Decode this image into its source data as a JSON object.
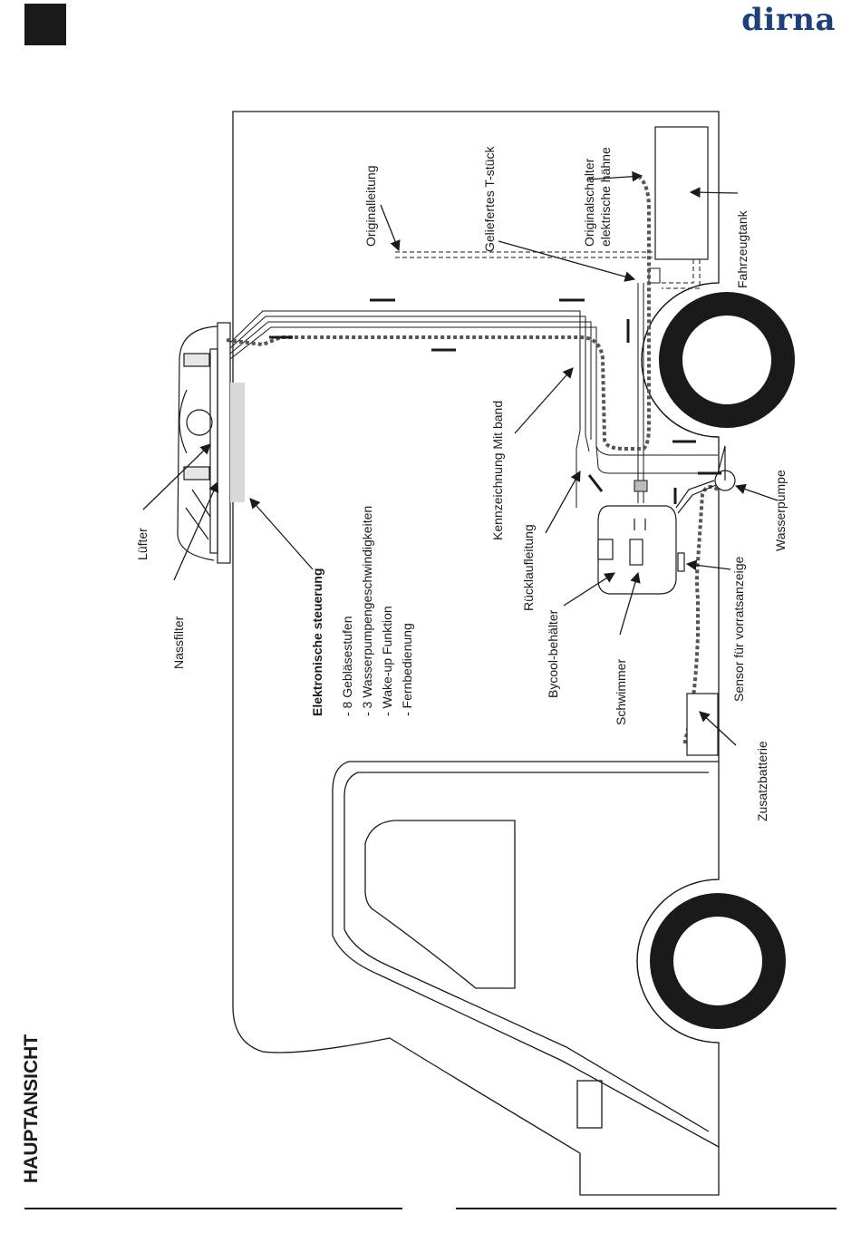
{
  "brand": "dirna",
  "page_title": "HAUPTANSICHT",
  "labels": {
    "originalleitung": "Originalleitung",
    "t_stueck": "Geliefertes T-stück",
    "originalschalter_1": "Originalschalter",
    "originalschalter_2": "elektrische hähne",
    "fahrzeugtank": "Fahrzeugtank",
    "luefter": "Lüfter",
    "nassfilter": "Nassfilter",
    "elektronische_steuerung": "Elektronische steuerung",
    "kennzeichnung": "Kennzeichnung Mit band",
    "ruecklaufleitung": "Rücklaufleitung",
    "bycool_behaelter": "Bycool-behälter",
    "schwimmer": "Schwimmer",
    "sensor": "Sensor für vorratsanzeige",
    "wasserpumpe": "Wasserpumpe",
    "zusatzbatterie": "Zusatzbatterie"
  },
  "features": [
    "- 8 Gebläsestufen",
    "- 3 Wasserpumpengeschwindigkeiten",
    "- Wake-up Funktion",
    "- Fernbedienung"
  ],
  "colors": {
    "line": "#1a1a1a",
    "dotted_cable": "#555555",
    "brand": "#1e3f7a"
  }
}
